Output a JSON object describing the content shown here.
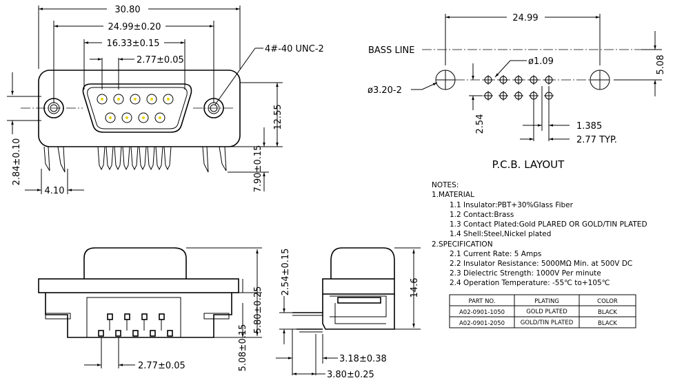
{
  "front_view": {
    "overall_width": "30.80",
    "mount_spacing": "24.99±0.20",
    "pin_row_width": "16.33±0.15",
    "pin_pitch": "2.77±0.05",
    "thread_spec": "4#-40 UNC-2",
    "height": "12.55",
    "pin_offset_v": "2.84±0.10",
    "pin_offset_h": "4.10",
    "tail_length": "7.90±0.15"
  },
  "bottom_view": {
    "pin_pitch": "2.77±0.05",
    "shell_height": "5.08±0.15",
    "tail_height": "5.80±0.25"
  },
  "side_view": {
    "offset": "2.54±0.15",
    "total_height": "14.6",
    "tail_dim_1": "3.18±0.38",
    "tail_dim_2": "3.80±0.25"
  },
  "pcb": {
    "spacing": "24.99",
    "bass_line": "BASS LINE",
    "row_offset": "5.08",
    "pin_hole": "ø1.09",
    "mount_hole": "ø3.20-2",
    "row_pitch": "2.54",
    "stagger": "1.385",
    "pitch": "2.77 TYP.",
    "title": "P.C.B.  LAYOUT"
  },
  "notes": {
    "heading": "NOTES:",
    "lines": [
      "1.MATERIAL",
      "1.1  Insulator:PBT+30%Glass Fiber",
      "1.2  Contact:Brass",
      "1.3  Contact Plated:Gold PLARED OR GOLD/TIN PLATED",
      "1.4  Shell:Steel,Nickel plated",
      "2.SPECIFICATION",
      "2.1  Current Rate: 5 Amps",
      "2.2  Insulator Resistance: 5000MΩ Min. at 500V DC",
      "2.3  Dielectric Strength: 1000V Per minute",
      "2.4  Operation Temperature: -55℃ to+105℃"
    ]
  },
  "table": {
    "headers": [
      "PART NO.",
      "PLATING",
      "COLOR"
    ],
    "rows": [
      [
        "A02-0901-1050",
        "GOLD PLATED",
        "BLACK"
      ],
      [
        "A02-0901-2050",
        "GOLD/TIN PLATED",
        "BLACK"
      ]
    ]
  }
}
